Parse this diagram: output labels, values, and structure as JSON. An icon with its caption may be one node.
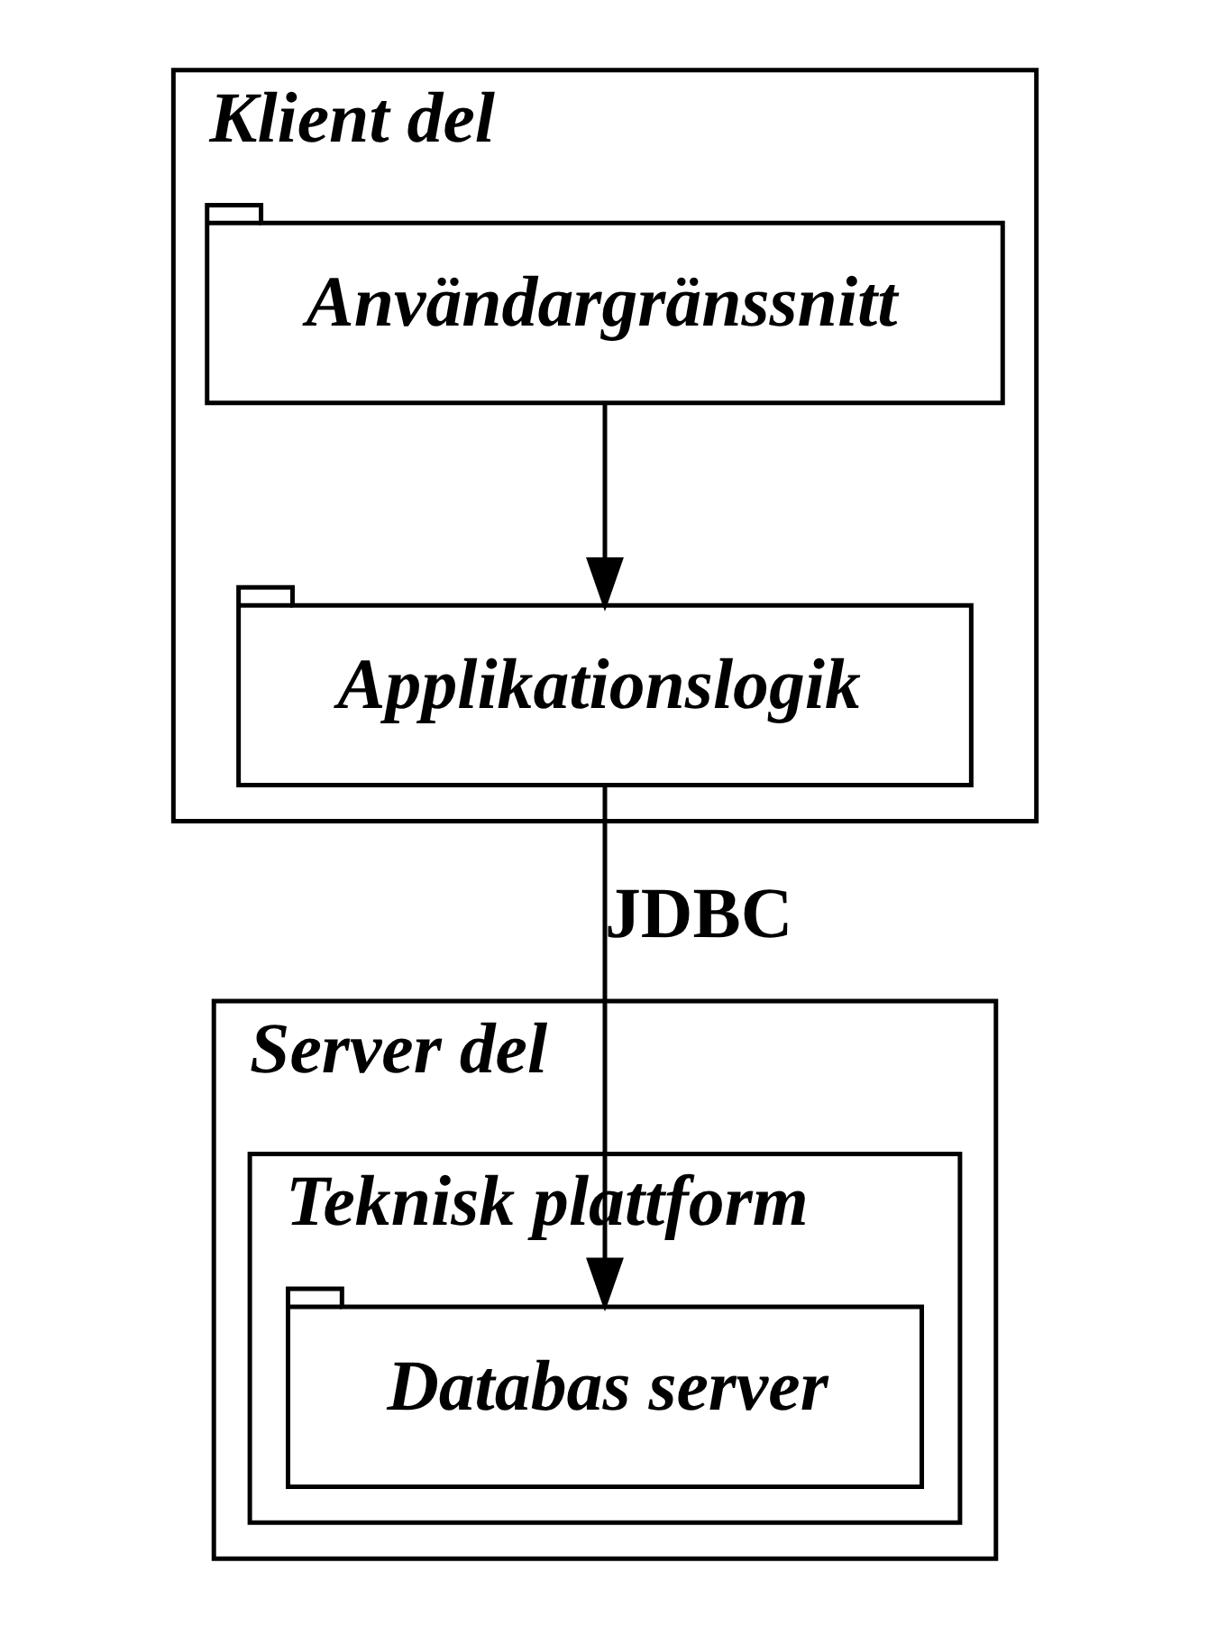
{
  "diagram": {
    "nodes": [
      {
        "text": [
          "Klient del"
        ]
      },
      {
        "text": [
          "Användargränssnitt"
        ],
        "in": 0
      },
      {
        "text": [
          "Applikationslogik"
        ],
        "in": 0
      },
      {
        "text": [
          "Server del"
        ]
      },
      {
        "text": [
          "Teknisk plattform"
        ],
        "in": 3
      },
      {
        "text": [
          "Databas server"
        ],
        "in": 4
      }
    ],
    "edges": [
      {
        "from": 1,
        "to": 2,
        "arrow": "to"
      },
      {
        "from": 2,
        "to": 5,
        "arrow": "to",
        "label": "JDBC"
      }
    ]
  }
}
